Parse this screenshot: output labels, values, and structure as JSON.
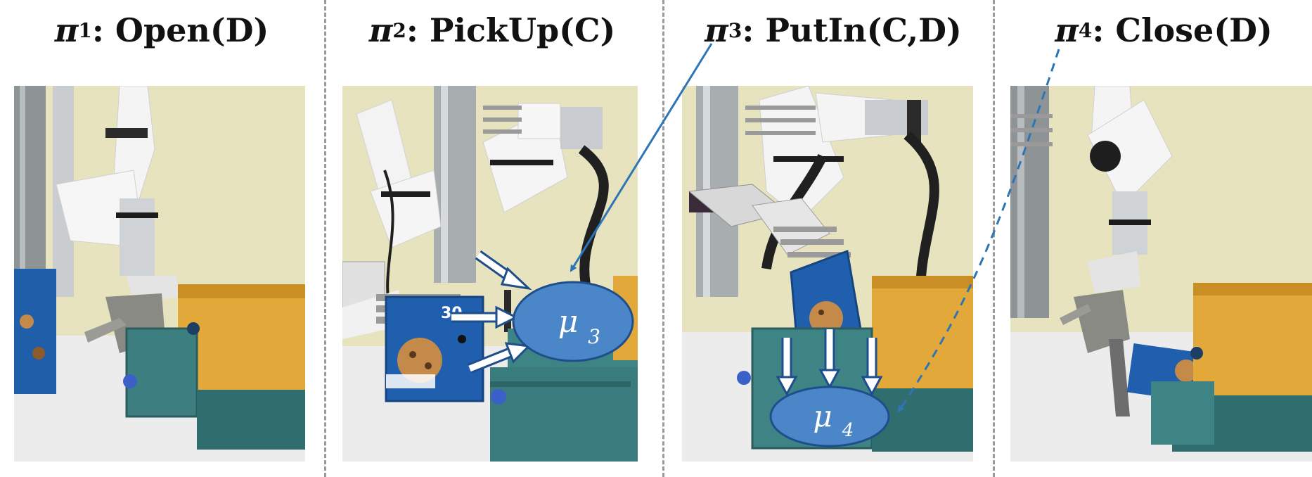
{
  "titles": [
    {
      "sym": "π",
      "sub": "1",
      "text": ": Open(D)"
    },
    {
      "sym": "π",
      "sub": "2",
      "text": ":  PickUp(C)"
    },
    {
      "sym": "π",
      "sub": "3",
      "text": ": PutIn(C,D)"
    },
    {
      "sym": "π",
      "sub": "4",
      "text": ": Close(D)"
    }
  ],
  "nodes": [
    {
      "sym": "μ",
      "sub": "3"
    },
    {
      "sym": "μ",
      "sub": "4"
    }
  ],
  "colors": {
    "node_fill": "#4a86c8",
    "node_stroke": "#1f4e8c",
    "link": "#2e75b6",
    "divider": "#9a9a9a"
  },
  "box_print": "30"
}
